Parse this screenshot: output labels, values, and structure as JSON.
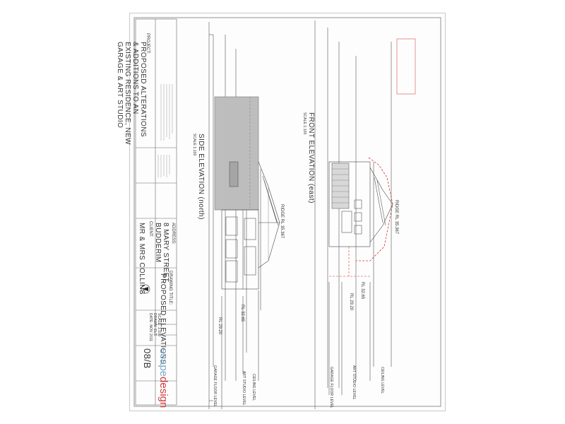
{
  "title_block": {
    "project_label": "PROJECT:",
    "project_lines": [
      "PROPOSED ALTERATIONS",
      "& ADDITIONS TO AN",
      "EXISTING RESIDENCE, NEW",
      "GARAGE & ART STUDIO"
    ],
    "client_label": "CLIENT:",
    "client_name": "MR & MRS COLLINS",
    "address_label": "ADDRESS:",
    "address_lines": [
      "8 MARY STREET,",
      "BUDDERIM"
    ],
    "drawing_label": "DRAWING TITLE:",
    "drawing_title": "PROPOSED ELEVATIONS",
    "sheet_number": "08/B",
    "scale_label": "SCALE:",
    "scale_value": "1:100",
    "drawn_label": "DRAWN:",
    "drawn_value": "ELS",
    "date_label": "DATE:",
    "date_value": "NOV 2011",
    "company_scape": "scape",
    "company_design": "design"
  },
  "views": {
    "front_title": "FRONT ELEVATION (east)",
    "front_scale": "SCALE 1:100",
    "side_title": "SIDE ELEVATION (north)",
    "side_scale": "SCALE 1:100"
  },
  "annotations": {
    "ridge_front": "RIDGE RL 35.367",
    "ridge_side": "RIDGE RL 35.367",
    "rl_front_1": "RL 32.65",
    "rl_front_2": "RL 29.20",
    "rl_side_1": "RL 32.65",
    "rl_side_2": "RL 29.20",
    "garage_floor": "GARAGE FLOOR LEVEL",
    "art_studio": "ART STUDIO LEVEL",
    "ceiling": "CEILING LEVEL"
  }
}
